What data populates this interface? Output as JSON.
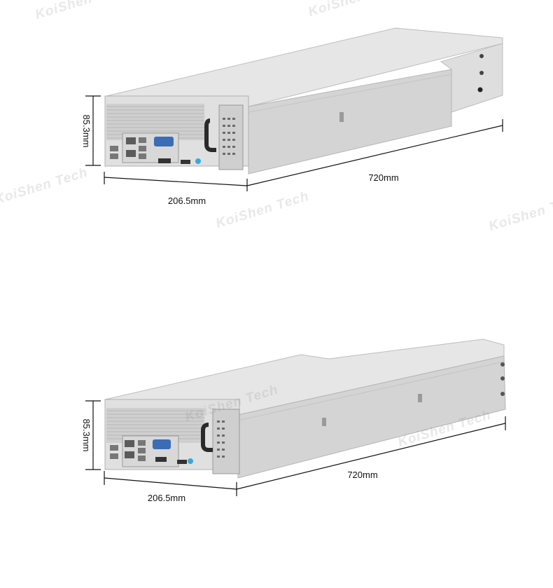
{
  "watermark_text": "KoiShen Tech",
  "colors": {
    "chassis_light": "#e4e4e4",
    "chassis_mid": "#d2d2d2",
    "chassis_dark": "#b9b9b9",
    "line": "#111111",
    "port_blue": "#3a6db5",
    "handle": "#2a2a2a"
  },
  "figures": [
    {
      "height_label": "85.3mm",
      "width_label": "206.5mm",
      "length_label": "720mm"
    },
    {
      "height_label": "85.3mm",
      "width_label": "206.5mm",
      "length_label": "720mm"
    }
  ]
}
